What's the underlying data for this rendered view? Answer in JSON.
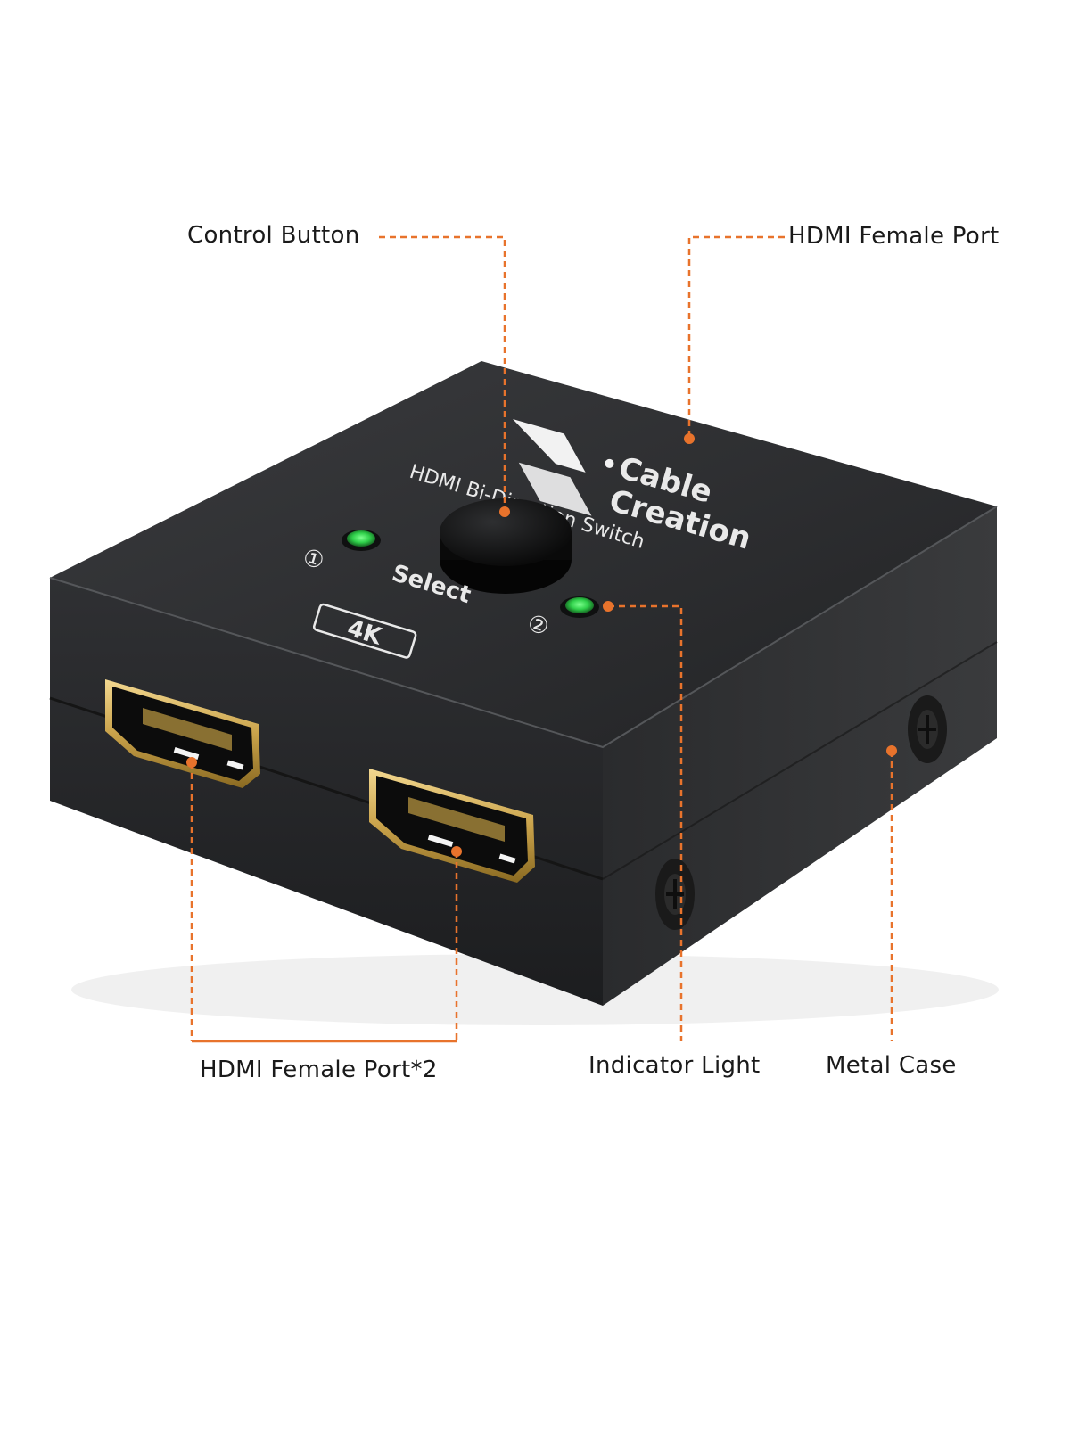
{
  "callouts": {
    "control_button": "Control Button",
    "hdmi_female_port": "HDMI Female Port",
    "hdmi_female_port_2": "HDMI Female Port*2",
    "indicator_light": "Indicator Light",
    "metal_case": "Metal Case"
  },
  "device": {
    "brand_line1": "Cable",
    "brand_line2": "Creation",
    "model_text": "HDMI Bi-Direction Switch",
    "select_text": "Select",
    "badge_4k": "4K",
    "port1_mark": "①",
    "port2_mark": "②"
  },
  "colors": {
    "accent": "#e8732c",
    "case": "#2b2c2e",
    "led": "#2fd04a",
    "port_gold": "#c9a24a"
  }
}
